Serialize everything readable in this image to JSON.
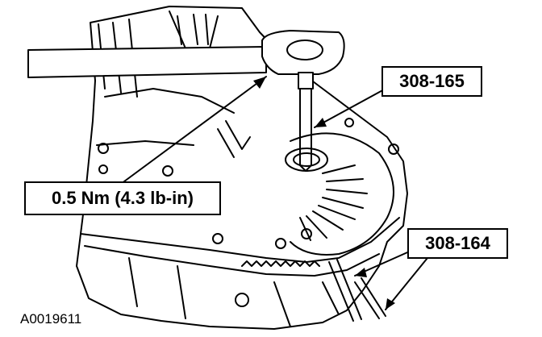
{
  "callouts": {
    "torque": "0.5 Nm (4.3 lb-in)",
    "special_tool_upper": "308-165",
    "special_tool_lower": "308-164"
  },
  "figure_code": "A0019611"
}
